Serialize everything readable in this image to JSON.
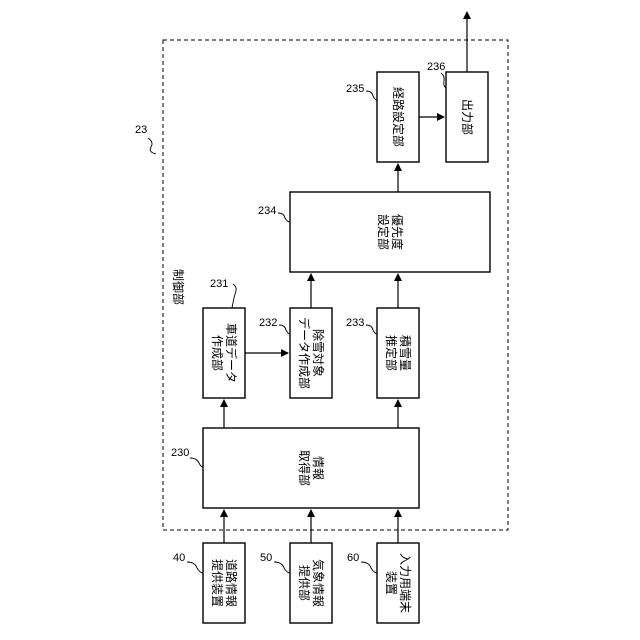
{
  "diagram": {
    "control_unit": {
      "ref": "23",
      "label": "制御部"
    },
    "blocks": {
      "road_info": {
        "ref": "40",
        "line1": "道路情報",
        "line2": "提供装置"
      },
      "weather_info": {
        "ref": "50",
        "line1": "気象情報",
        "line2": "提供部"
      },
      "input_terminal": {
        "ref": "60",
        "line1": "入力用端末",
        "line2": "装置"
      },
      "info_acquire": {
        "ref": "230",
        "line1": "情報",
        "line2": "取得部"
      },
      "lane_data": {
        "ref": "231",
        "line1": "車道データ",
        "line2": "作成部"
      },
      "snow_target": {
        "ref": "232",
        "line1": "除雪対象",
        "line2": "データ作成部"
      },
      "snow_estimate": {
        "ref": "233",
        "line1": "積雪量",
        "line2": "推定部"
      },
      "priority": {
        "ref": "234",
        "line1": "優先度",
        "line2": "設定部"
      },
      "route": {
        "ref": "235",
        "line1": "経路設定部",
        "line2": ""
      },
      "output": {
        "ref": "236",
        "line1": "出力部",
        "line2": ""
      }
    }
  }
}
